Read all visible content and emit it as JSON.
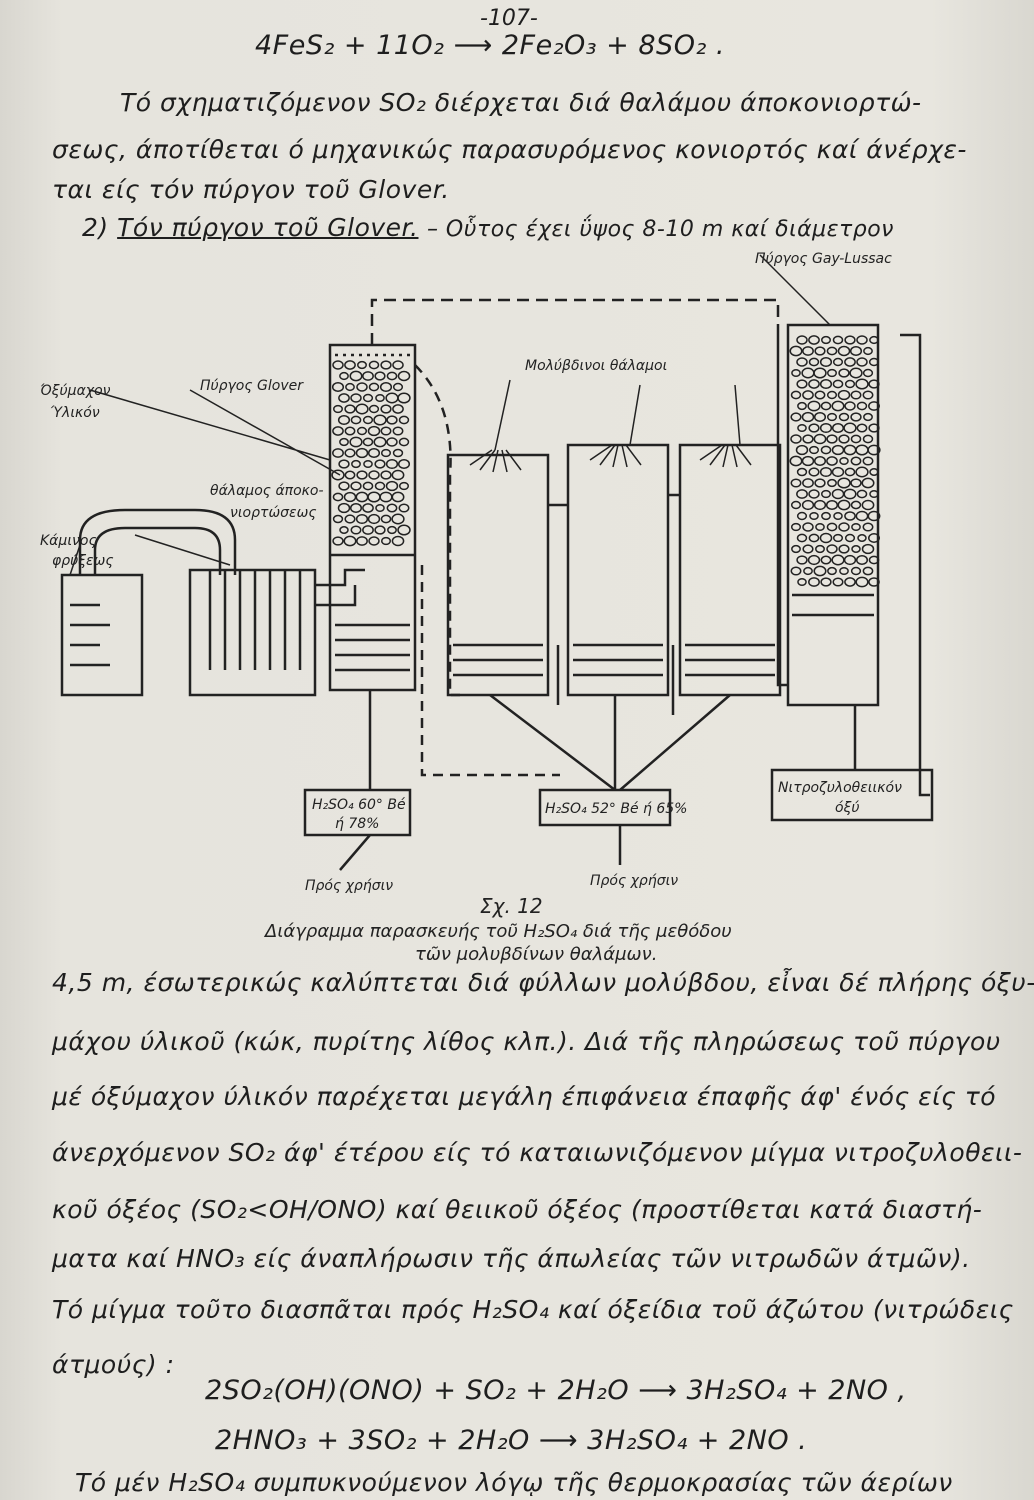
{
  "page_number": "-107-",
  "top": {
    "equation": "4FeS₂ + 11O₂ ⟶ 2Fe₂O₃ + 8SO₂ .",
    "lines": [
      "Τό σχηματιζόμενον SO₂ διέρχεται διά θαλάμου άποκονιορτώ-",
      "σεως, άποτίθεται ό μηχανικώς παρασυρόμενος κονιορτός καί άνέρχε-",
      "ται είς τόν πύργον τοῦ Glover."
    ],
    "heading_num": "2)",
    "heading": "Τόν πύργον τοῦ Glover.",
    "heading_rest": "– Οὗτος έχει ΰψος 8-10 m καί διάμετρον"
  },
  "diagram": {
    "gay_lussac": "Πύργος Gay-Lussac",
    "lead_chambers": "Μολύβδινοι θάλαμοι",
    "glover": "Πύργος Glover",
    "acidproof_1": "Όξύμαχον",
    "acidproof_2": "Ύλικόν",
    "dust_chamber_1": "θάλαμος άποκο-",
    "dust_chamber_2": "νιορτώσεως",
    "furnace_1": "Κάμινος",
    "furnace_2": "φρύξεως",
    "acid_60_1": "H₂SO₄ 60° Bé",
    "acid_60_2": "ή 78%",
    "acid_52": "H₂SO₄ 52° Bé ή 65%",
    "nitrosyl_1": "Νιτροζυλοθειικόν",
    "nitrosyl_2": "όξύ",
    "for_use_1": "Πρός χρήσιν",
    "for_use_2": "Πρός χρήσιν",
    "fig_num": "Σχ. 12",
    "caption_1": "Διάγραμμα παρασκευής τοῦ H₂SO₄ διά τῆς μεθόδου",
    "caption_2": "τῶν μολυβδίνων θαλάμων."
  },
  "bottom": {
    "lines": [
      "4,5 m, έσωτερικώς καλύπτεται διά φύλλων μολύβδου, εἶναι δέ πλήρης όξυ-",
      "μάχου ύλικοῦ (κώκ, πυρίτης λίθος κλπ.). Διά τῆς πληρώσεως τοῦ πύργου",
      "μέ όξύμαχον ύλικόν παρέχεται μεγάλη έπιφάνεια έπαφῆς άφ' ένός είς τό",
      "άνερχόμενον SO₂ άφ' έτέρου είς τό καταιωνιζόμενον μίγμα νιτροζυλοθειι-",
      "κοῦ όξέος (SO₂<OH/ONO) καί θειικοῦ όξέος (προστίθεται κατά διαστή-",
      "ματα καί HNO₃ είς άναπλήρωσιν τῆς άπωλείας τῶν νιτρωδῶν άτμῶν).",
      "Τό μίγμα τοῦτο διασπᾶται πρός H₂SO₄ καί όξείδια τοῦ άζώτου (νιτρώδεις",
      "άτμούς) :"
    ],
    "reaction_1": "2SO₂(OH)(ONO) + SO₂ + 2H₂O ⟶ 3H₂SO₄ + 2NO ,",
    "reaction_2": "2HNO₃ + 3SO₂ + 2H₂O ⟶ 3H₂SO₄ + 2NO .",
    "last_line": "Τό μέν H₂SO₄ συμπυκνούμενον λόγῳ τῆς θερμοκρασίας τῶν άερίων"
  }
}
